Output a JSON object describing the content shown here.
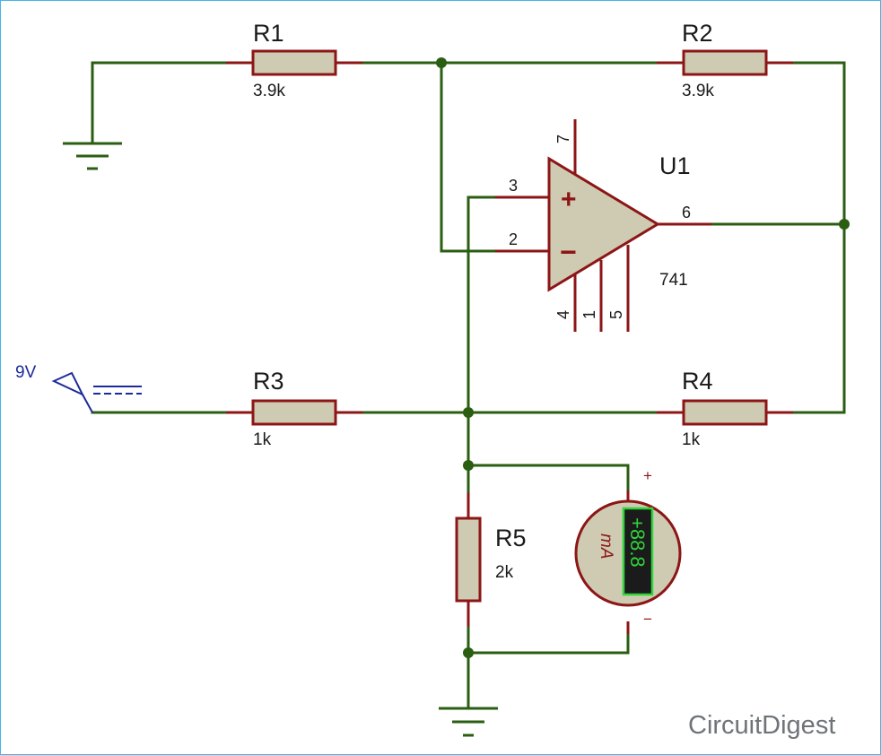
{
  "components": {
    "r1": {
      "ref": "R1",
      "value": "3.9k"
    },
    "r2": {
      "ref": "R2",
      "value": "3.9k"
    },
    "r3": {
      "ref": "R3",
      "value": "1k"
    },
    "r4": {
      "ref": "R4",
      "value": "1k"
    },
    "r5": {
      "ref": "R5",
      "value": "2k"
    },
    "u1": {
      "ref": "U1",
      "part": "741",
      "pins": {
        "p7": "7",
        "p3": "3",
        "p2": "2",
        "p6": "6",
        "p4": "4",
        "p1": "1",
        "p5": "5"
      },
      "plus": "+",
      "minus": "−"
    },
    "source": {
      "label": "9V"
    },
    "ammeter": {
      "unit": "mA",
      "display": "+88.8",
      "plus": "+",
      "minus": "−"
    }
  },
  "watermark": {
    "brand": "CircuitDigest"
  },
  "colors": {
    "wire": "#2a5e10",
    "lead": "#8c1616",
    "body": "#cfcbb3",
    "source": "#1c2a9c",
    "lcd": "#2fd43a",
    "border": "#46b6e4"
  }
}
